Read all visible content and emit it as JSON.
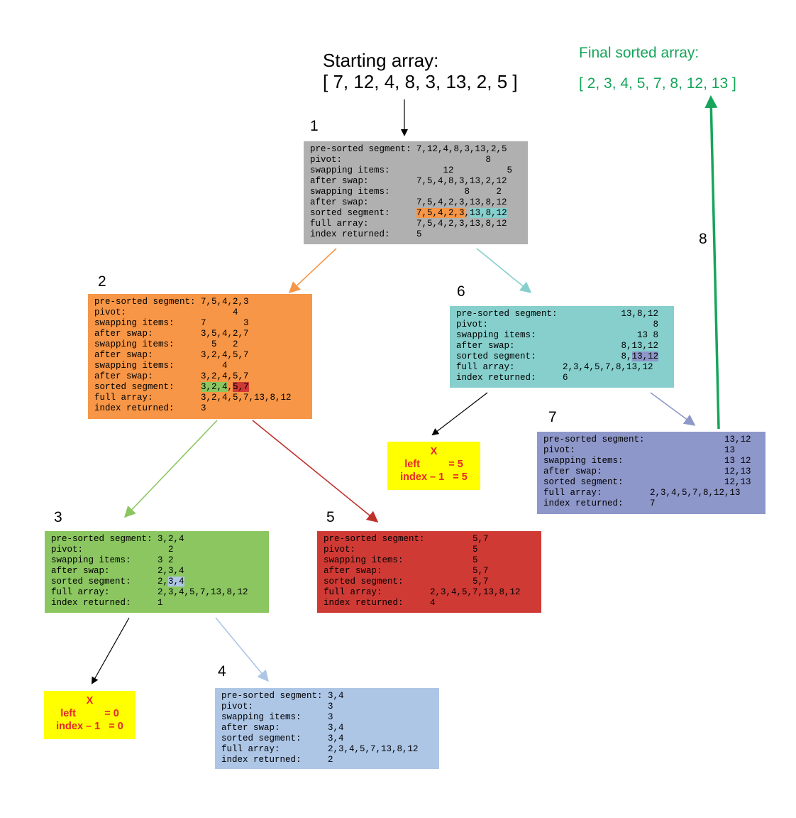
{
  "colors": {
    "gray": "#b0b0b0",
    "orange": "#f79646",
    "teal": "#86cfcc",
    "purple": "#8e97c9",
    "green": "#8bc660",
    "red": "#d03a35",
    "lightblue": "#adc6e6",
    "yellow": "#ffff00",
    "final_green": "#16a55a",
    "x_red": "#e8262b",
    "hl_orange": "#f79646",
    "hl_teal": "#86cfcc",
    "hl_purple": "#8e97c9",
    "hl_green": "#8bc660",
    "hl_red": "#d03a35",
    "hl_lightblue": "#adc6e6"
  },
  "start": {
    "title": "Starting array:",
    "array": "[ 7, 12, 4, 8, 3, 13, 2, 5 ]"
  },
  "final": {
    "title": "Final sorted array:",
    "array": "[ 2, 3, 4, 5, 7, 8, 12, 13 ]"
  },
  "labels": {
    "n1": "1",
    "n2": "2",
    "n3": "3",
    "n4": "4",
    "n5": "5",
    "n6": "6",
    "n7": "7",
    "n8": "8"
  },
  "box1": {
    "rows": [
      {
        "label": "pre-sorted segment:",
        "value": "7,12,4,8,3,13,2,5"
      },
      {
        "label": "pivot:",
        "value": "             8"
      },
      {
        "label": "swapping items:",
        "value": "     12          5"
      },
      {
        "label": "after swap:",
        "value": "7,5,4,8,3,13,2,12"
      },
      {
        "label": "swapping items:",
        "value": "         8     2"
      },
      {
        "label": "after swap:",
        "value": "7,5,4,2,3,13,8,12"
      },
      {
        "label": "sorted segment:",
        "segments": [
          {
            "text": "7,5,4,2,3",
            "hl": "hl_orange"
          },
          {
            "text": ","
          },
          {
            "text": "13,8,12",
            "hl": "hl_teal"
          }
        ]
      },
      {
        "label": "full array:",
        "value": "7,5,4,2,3,13,8,12"
      },
      {
        "label": "index returned:",
        "value": "5"
      }
    ]
  },
  "box2": {
    "rows": [
      {
        "label": "pre-sorted segment:",
        "value": "7,5,4,2,3"
      },
      {
        "label": "pivot:",
        "value": "      4"
      },
      {
        "label": "swapping items:",
        "value": "7       3"
      },
      {
        "label": "after swap:",
        "value": "3,5,4,2,7"
      },
      {
        "label": "swapping items:",
        "value": "  5   2"
      },
      {
        "label": "after swap:",
        "value": "3,2,4,5,7"
      },
      {
        "label": "swapping items:",
        "value": "    4"
      },
      {
        "label": "after swap:",
        "value": "3,2,4,5,7"
      },
      {
        "label": "sorted segment:",
        "segments": [
          {
            "text": "3,2,4",
            "hl": "hl_green"
          },
          {
            "text": ","
          },
          {
            "text": "5,7",
            "hl": "hl_red"
          }
        ]
      },
      {
        "label": "full array:",
        "value": "3,2,4,5,7,13,8,12"
      },
      {
        "label": "index returned:",
        "value": "3"
      }
    ]
  },
  "box3": {
    "rows": [
      {
        "label": "pre-sorted segment:",
        "value": "3,2,4"
      },
      {
        "label": "pivot:",
        "value": "  2"
      },
      {
        "label": "swapping items:",
        "value": "3 2"
      },
      {
        "label": "after swap:",
        "value": "2,3,4"
      },
      {
        "label": "sorted segment:",
        "segments": [
          {
            "text": "2,"
          },
          {
            "text": "3,4",
            "hl": "hl_lightblue"
          }
        ]
      },
      {
        "label": "full array:",
        "value": "2,3,4,5,7,13,8,12"
      },
      {
        "label": "index returned:",
        "value": "1"
      }
    ]
  },
  "box4": {
    "rows": [
      {
        "label": "pre-sorted segment:",
        "value": "3,4"
      },
      {
        "label": "pivot:",
        "value": "3"
      },
      {
        "label": "swapping items:",
        "value": "3"
      },
      {
        "label": "after swap:",
        "value": "3,4"
      },
      {
        "label": "sorted segment:",
        "value": "3,4"
      },
      {
        "label": "full array:",
        "value": "2,3,4,5,7,13,8,12"
      },
      {
        "label": "index returned:",
        "value": "2"
      }
    ]
  },
  "box5": {
    "rows": [
      {
        "label": "pre-sorted segment:",
        "value": "        5,7"
      },
      {
        "label": "pivot:",
        "value": "        5"
      },
      {
        "label": "swapping items:",
        "value": "        5"
      },
      {
        "label": "after swap:",
        "value": "        5,7"
      },
      {
        "label": "sorted segment:",
        "value": "        5,7"
      },
      {
        "label": "full array:",
        "value": "2,3,4,5,7,13,8,12"
      },
      {
        "label": "index returned:",
        "value": "4"
      }
    ]
  },
  "box6": {
    "rows": [
      {
        "label": "pre-sorted segment:",
        "value": "           13,8,12"
      },
      {
        "label": "pivot:",
        "value": "                 8"
      },
      {
        "label": "swapping items:",
        "value": "              13 8"
      },
      {
        "label": "after swap:",
        "value": "           8,13,12"
      },
      {
        "label": "sorted segment:",
        "segments": [
          {
            "text": "           8,"
          },
          {
            "text": "13,12",
            "hl": "hl_purple"
          }
        ]
      },
      {
        "label": "full array:",
        "value": "2,3,4,5,7,8,13,12"
      },
      {
        "label": "index returned:",
        "value": "6"
      }
    ]
  },
  "box7": {
    "rows": [
      {
        "label": "pre-sorted segment:",
        "value": "              13,12"
      },
      {
        "label": "pivot:",
        "value": "              13"
      },
      {
        "label": "swapping items:",
        "value": "              13 12"
      },
      {
        "label": "after swap:",
        "value": "              12,13"
      },
      {
        "label": "sorted segment:",
        "value": "              12,13"
      },
      {
        "label": "full array:",
        "value": "2,3,4,5,7,8,12,13"
      },
      {
        "label": "index returned:",
        "value": "7"
      }
    ]
  },
  "xbox_a": {
    "mark": "X",
    "row1": "left          = 5",
    "row2": "index – 1   = 5"
  },
  "xbox_b": {
    "mark": "X",
    "row1": "left          = 0",
    "row2": "index – 1   = 0"
  }
}
